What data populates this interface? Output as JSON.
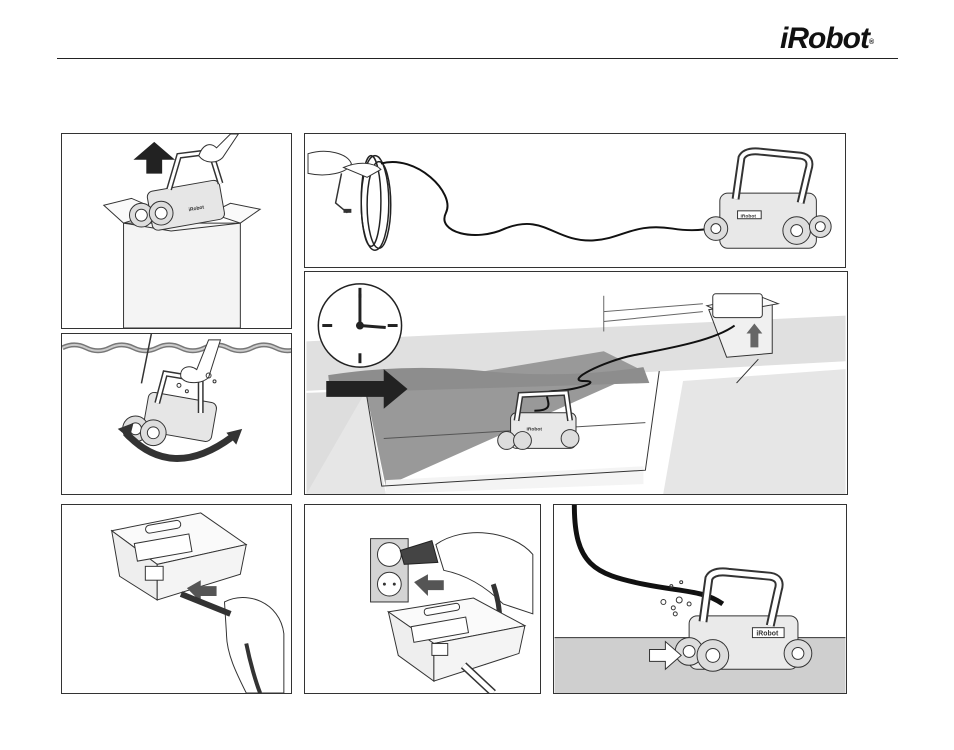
{
  "header": {
    "brand_logo": "iRobot",
    "brand_mark": "®"
  },
  "panels": [
    {
      "id": "unbox",
      "icon": "up-arrow-icon"
    },
    {
      "id": "submerge",
      "icon": "rotate-arrows-icon"
    },
    {
      "id": "uncoil-cable",
      "icon": "cable-icon"
    },
    {
      "id": "pool-timer",
      "icon": "clock-icon"
    },
    {
      "id": "connect-cable",
      "icon": "left-arrow-icon"
    },
    {
      "id": "plug-in",
      "icon": "left-arrow-icon"
    },
    {
      "id": "robot-at-floor",
      "icon": "right-arrow-icon"
    }
  ],
  "robot_label": "iRobot"
}
